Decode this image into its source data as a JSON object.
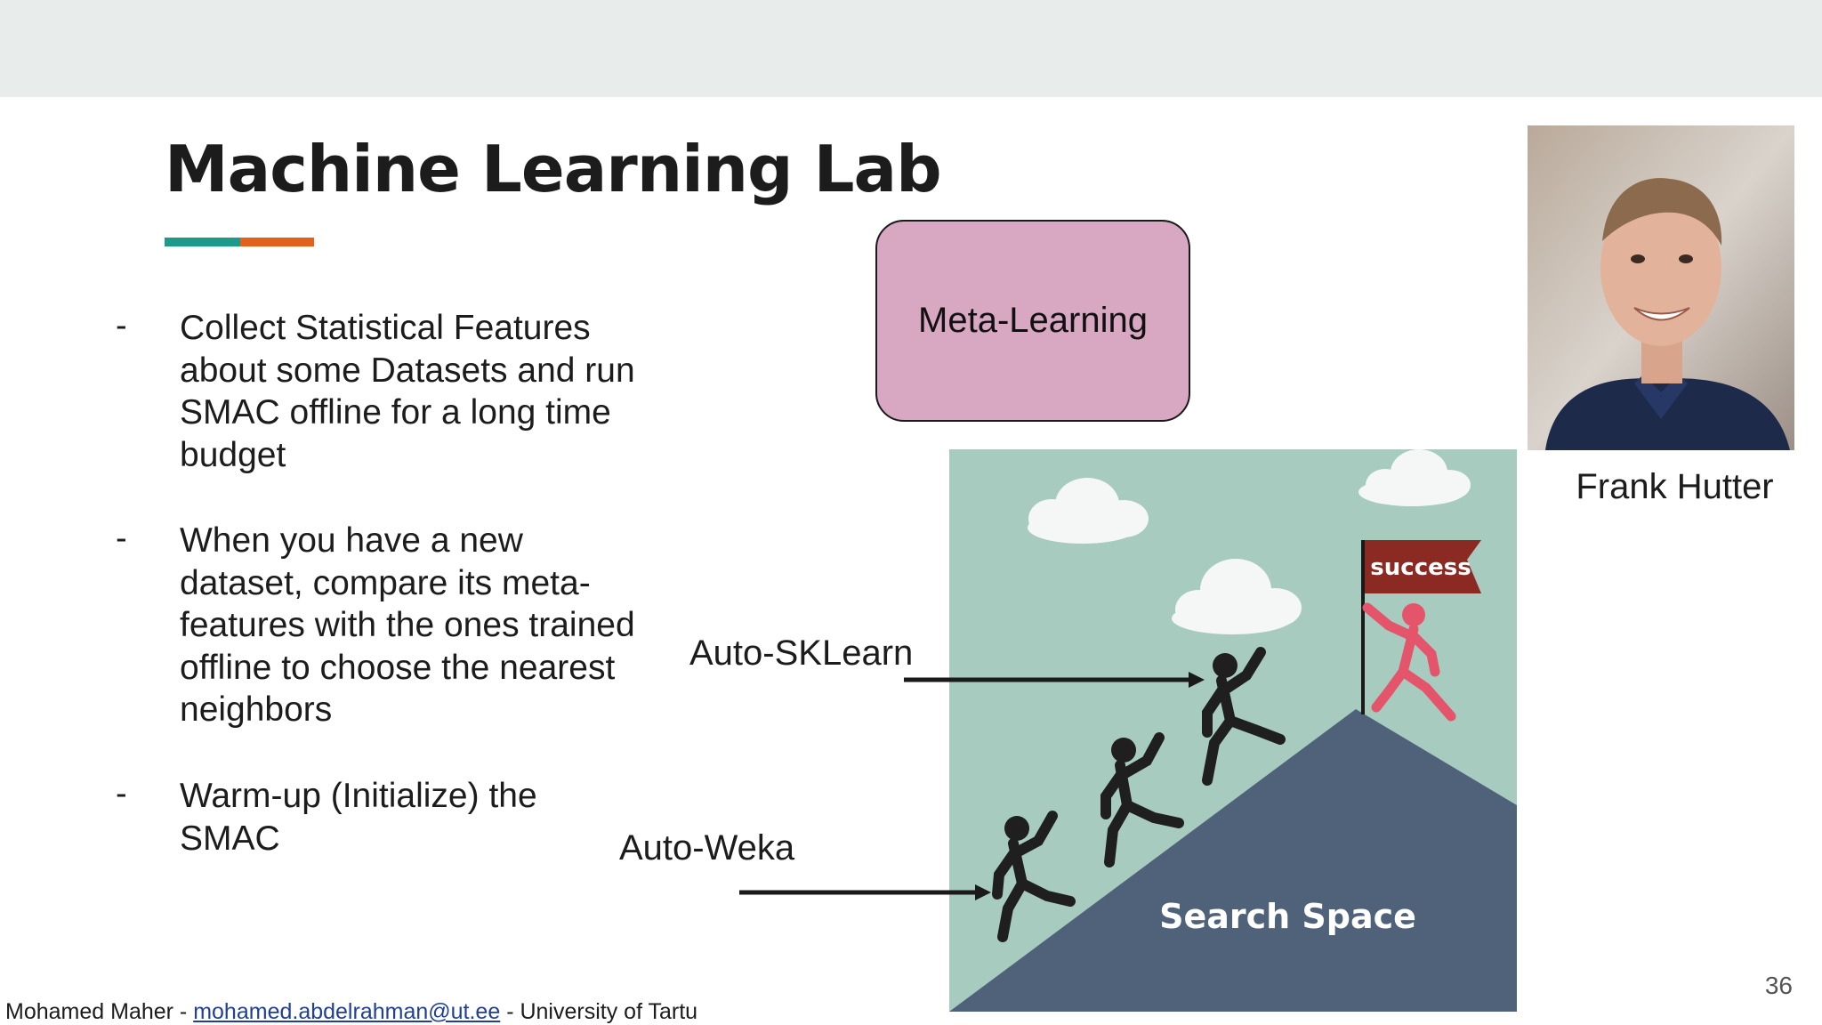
{
  "slide": {
    "title": "Machine Learning Lab",
    "page_number": "36",
    "colors": {
      "teal": "#1e9a8a",
      "orange": "#e2611b",
      "meta_box": "#d8a7c1",
      "illustration_bg": "#a7cbbe",
      "mountain": "#4f627a",
      "flag": "#8a2a22",
      "success_figure": "#e4546a"
    }
  },
  "bullets": [
    {
      "dash": "-",
      "text": "Collect Statistical Features about some Datasets and run SMAC offline for a long time budget"
    },
    {
      "dash": "-",
      "text": "When you have a new dataset, compare its meta-features with the ones trained offline to choose the nearest neighbors"
    },
    {
      "dash": "-",
      "text": "Warm-up (Initialize) the SMAC"
    }
  ],
  "diagram": {
    "meta_learning_label": "Meta-Learning",
    "auto_sklearn_label": "Auto-SKLearn",
    "auto_weka_label": "Auto-Weka",
    "search_space_label": "Search Space",
    "flag_label": "success"
  },
  "photo": {
    "person_name": "Frank Hutter"
  },
  "footer": {
    "author": "Mohamed Maher -",
    "email": "mohamed.abdelrahman@ut.ee",
    "institution": "- University of Tartu"
  }
}
